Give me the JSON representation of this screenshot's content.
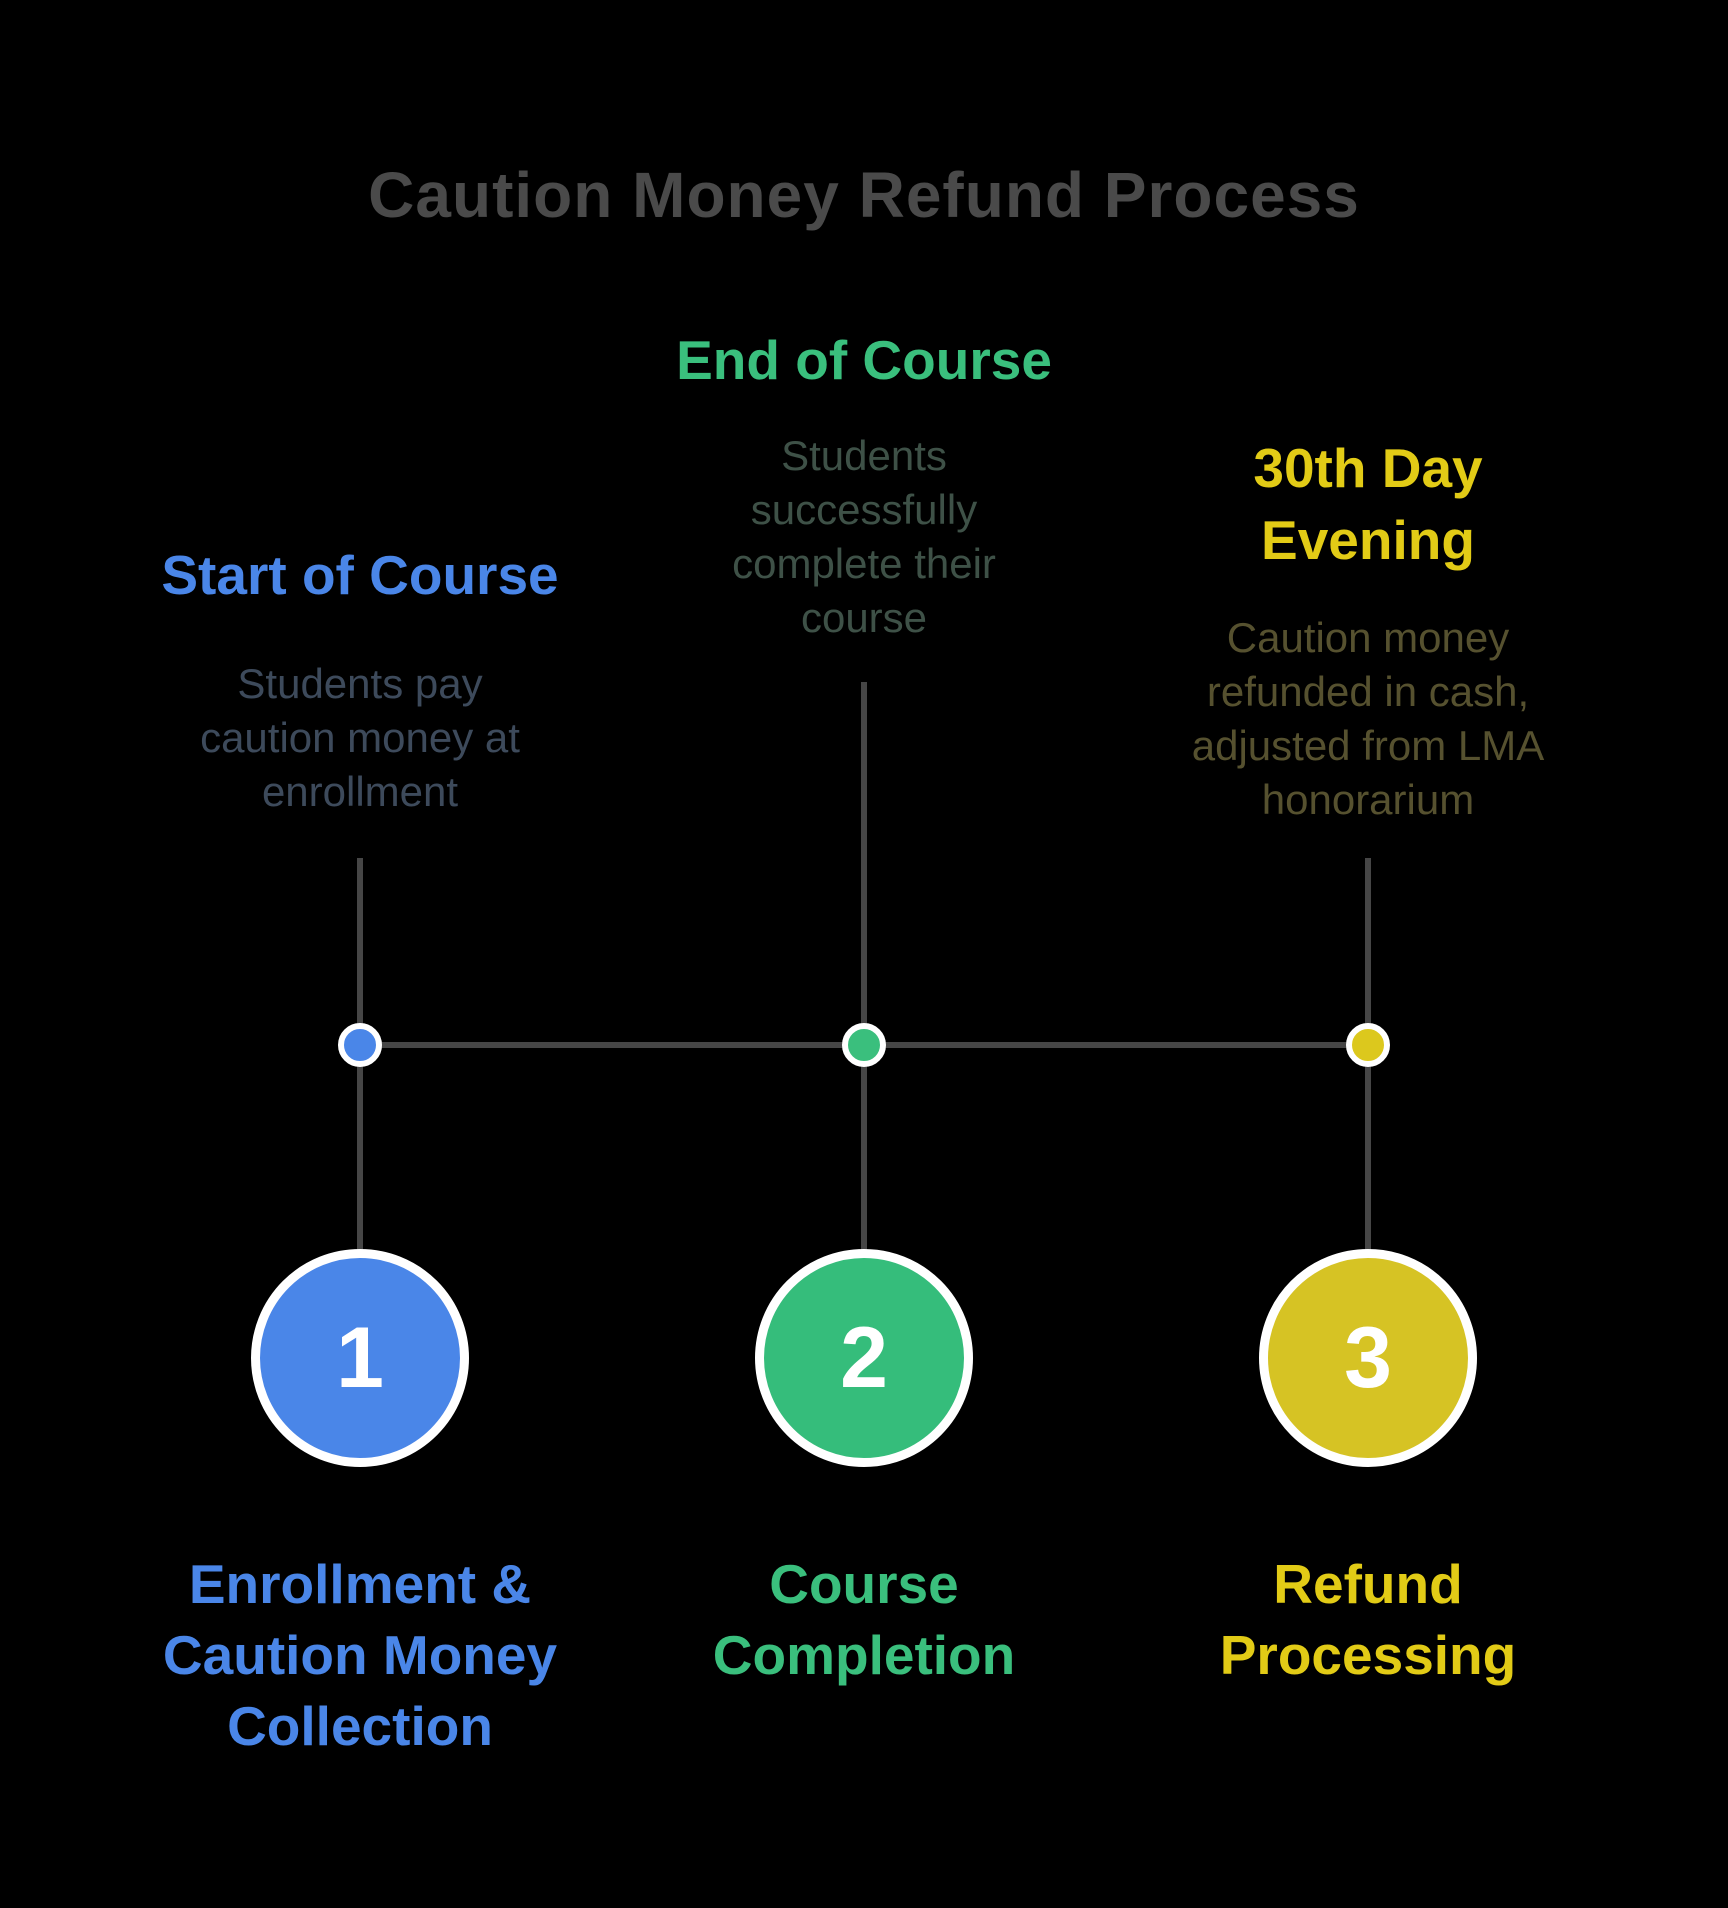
{
  "title": "Caution Money Refund Process",
  "background_color": "#000000",
  "title_color": "#4A4A4A",
  "connector_line_color": "#464646",
  "steps": [
    {
      "number": "1",
      "heading": "Start of Course",
      "heading_lines": [
        "Start of Course"
      ],
      "description": "Students pay caution money at enrollment",
      "desc_lines": [
        "Students pay",
        "caution money at",
        "enrollment"
      ],
      "label": "Enrollment & Caution Money Collection",
      "label_lines": [
        "Enrollment &",
        "Caution Money",
        "Collection"
      ],
      "color": "#4A86E8",
      "circle_color": "#4A86E8",
      "dot_color": "#4A86E8",
      "desc_color": "#3D4A5B"
    },
    {
      "number": "2",
      "heading": "End of Course",
      "heading_lines": [
        "End of Course"
      ],
      "description": "Students successfully complete their course",
      "desc_lines": [
        "Students",
        "successfully",
        "complete their",
        "course"
      ],
      "label": "Course Completion",
      "label_lines": [
        "Course",
        "Completion"
      ],
      "color": "#3ABF7D",
      "circle_color": "#35BD7B",
      "dot_color": "#3ABF7D",
      "desc_color": "#3E5147"
    },
    {
      "number": "3",
      "heading": "30th Day Evening",
      "heading_lines": [
        "30th Day",
        "Evening"
      ],
      "description": "Caution money refunded in cash, adjusted from LMA honorarium",
      "desc_lines": [
        "Caution money",
        "refunded in cash,",
        "adjusted from LMA",
        "honorarium"
      ],
      "label": "Refund Processing",
      "label_lines": [
        "Refund",
        "Processing"
      ],
      "color": "#E2CB16",
      "circle_color": "#D6C324",
      "dot_color": "#DCC81D",
      "desc_color": "#56512F"
    }
  ]
}
